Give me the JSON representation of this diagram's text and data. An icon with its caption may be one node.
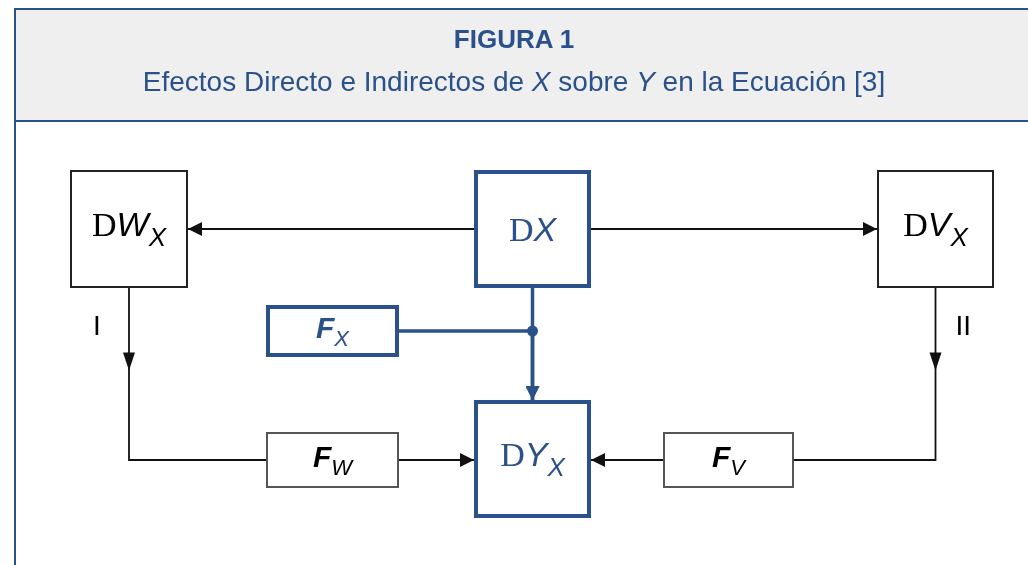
{
  "diagram": {
    "title": "FIGURA 1",
    "caption": "Efectos Directo e Indirectos de *X* sobre *Y* en la Ecuación [3]",
    "nodes": [
      {
        "text": [
          "DX"
        ]
      },
      {
        "text": [
          "DW$_{X}$"
        ]
      },
      {
        "text": [
          "DV$_{X}$"
        ]
      },
      {
        "text": [
          "F$_{X}$"
        ]
      },
      {
        "text": [
          "F$_{W}$"
        ]
      },
      {
        "text": [
          "DY$_{X}$"
        ]
      },
      {
        "text": [
          "F$_{V}$"
        ]
      }
    ],
    "edges": [
      {
        "from": 0,
        "to": 1,
        "arrow": "to"
      },
      {
        "from": 0,
        "to": 2,
        "arrow": "to"
      },
      {
        "from": 0,
        "to": 5,
        "arrow": "to",
        "style": "thick",
        "color": "#2a5189"
      },
      {
        "from": 3,
        "to": 5,
        "arrow": "to",
        "style": "thick",
        "color": "#2a5189"
      },
      {
        "from": 1,
        "to": 4,
        "arrow": "to",
        "label": "I"
      },
      {
        "from": 4,
        "to": 5,
        "arrow": "to"
      },
      {
        "from": 2,
        "to": 6,
        "arrow": "to",
        "label": "II"
      },
      {
        "from": 6,
        "to": 5,
        "arrow": "to"
      }
    ]
  }
}
